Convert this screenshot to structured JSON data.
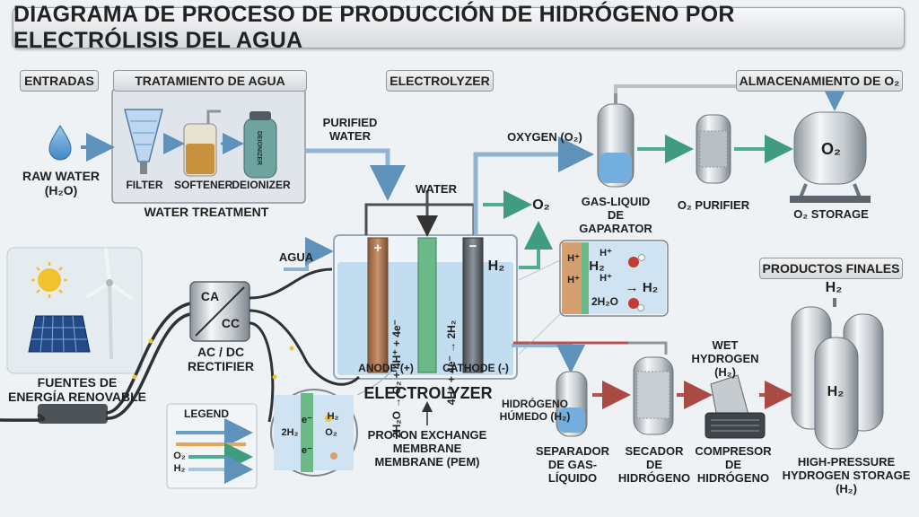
{
  "title": "DIAGRAMA DE PROCESO DE PRODUCCIÓN DE HIDRÓGENO POR ELECTRÓLISIS DEL AGUA",
  "sections": {
    "entradas": "ENTRADAS",
    "tratamiento": "TRATAMIENTO DE AGUA",
    "electrolyzer": "ELECTROLYZER",
    "almacenamiento_o2": "ALMACENAMIENTO DE O₂",
    "productos_finales": "PRODUCTOS FINALES"
  },
  "inputs": {
    "raw_water": "RAW WATER",
    "raw_water_formula": "(H₂O)",
    "renewable_line1": "FUENTES DE",
    "renewable_line2": "ENERGÍA RENOVABLE"
  },
  "treatment": {
    "filter": "FILTER",
    "softener": "SOFTENER",
    "deionizer": "DEIONIZER",
    "deionizer_tank_text": "DEIONIZER",
    "caption": "WATER TREATMENT",
    "purified_line1": "PURIFIED",
    "purified_line2": "WATER"
  },
  "rectifier": {
    "ca": "CA",
    "cc": "CC",
    "line1": "AC / DC",
    "line2": "RECTIFIER"
  },
  "cell": {
    "water": "WATER",
    "agua": "AGUA",
    "plus": "+",
    "minus": "−",
    "anode_reaction": "2H₂O → O₂ + 4H⁺ + 4e⁻",
    "cathode_reaction": "4H⁺ + 4e⁻ → 2H₂",
    "anode_label": "ANODE (+)",
    "cathode_label": "CATHODE (-)",
    "caption": "ELECTROLYZER",
    "o2_out": "O₂",
    "h2_out": "H₂",
    "pem_line1": "PROTON EXCHANGE",
    "pem_line2": "MEMBRANE",
    "pem_line3": "MEMBRANE (PEM)"
  },
  "detail": {
    "hplus": "H⁺",
    "h2": "H₂",
    "h2o": "2H₂O",
    "arrow_h2": "→ H₂"
  },
  "membrane_zoom": {
    "e": "e⁻",
    "two_h2": "2H₂",
    "h2": "H₂",
    "o2": "O₂"
  },
  "oxygen": {
    "flow_label": "OXYGEN (O₂)",
    "separator_line1": "GAS-LIQUID",
    "separator_line2": "DE GAPARATOR",
    "purifier": "O₂ PURIFIER",
    "storage_tank_text": "O₂",
    "storage": "O₂ STORAGE"
  },
  "hydrogen": {
    "wet_flow_line1": "HIDRÓGENO",
    "wet_flow_line2": "HÚMEDO (H₂)",
    "separator_line1": "SEPARADOR",
    "separator_line2": "DE GAS-LÍQUIDO",
    "dryer_line1": "SECADOR DE",
    "dryer_line2": "HIDRÓGENO",
    "compressor_line1": "COMPRESOR",
    "compressor_line2": "DE HIDRÓGENO",
    "wet_hydrogen_line1": "WET HYDROGEN",
    "wet_hydrogen_line2": "(H₂)",
    "tank_label_top": "H₂",
    "tank_label_mid": "H₂",
    "storage_line1": "HIGH-PRESSURE",
    "storage_line2": "HYDROGEN STORAGE",
    "storage_line3": "(H₂)"
  },
  "legend": {
    "title": "LEGEND",
    "o2": "O₂",
    "h2": "H₂"
  },
  "colors": {
    "water": "#6a9fc4",
    "oxygen": "#4fae8f",
    "hydrogen": "#b5544f",
    "power": "#f2c12e",
    "electrolyte": "#bcd9ee"
  }
}
